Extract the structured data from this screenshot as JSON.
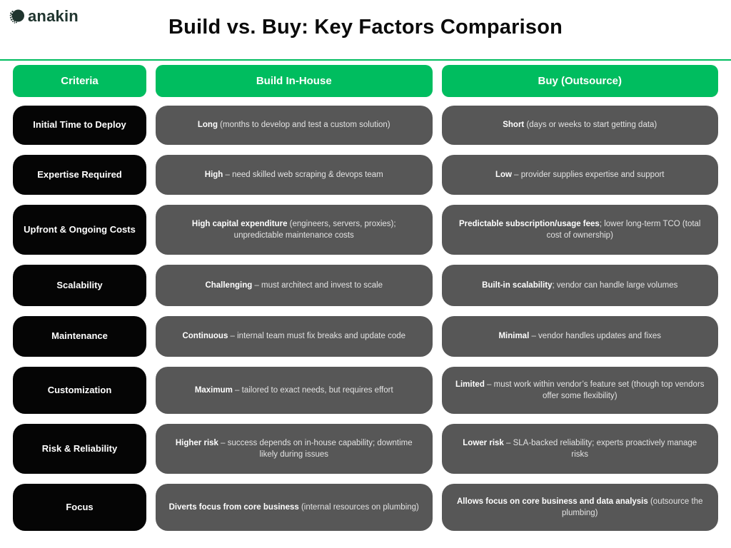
{
  "brand": {
    "name": "anakin",
    "icon": "anakin-halftone-sphere-icon",
    "color": "#20352f"
  },
  "title": "Build vs. Buy: Key Factors Comparison",
  "colors": {
    "accent_green": "#00bd5f",
    "criteria_black": "#050505",
    "cell_gray": "#575757",
    "cell_text": "#e2e2e2",
    "cell_bold_text": "#ffffff"
  },
  "table": {
    "headers": [
      "Criteria",
      "Build In-House",
      "Buy (Outsource)"
    ],
    "rows": [
      {
        "criteria": "Initial Time to Deploy",
        "build": {
          "bold": "Long",
          "rest": " (months to develop and test a custom solution)"
        },
        "buy": {
          "bold": "Short",
          "rest": " (days or weeks to start getting data)"
        }
      },
      {
        "criteria": "Expertise Required",
        "build": {
          "bold": "High",
          "rest": " – need skilled web scraping & devops team"
        },
        "buy": {
          "bold": "Low",
          "rest": " – provider supplies expertise and support"
        }
      },
      {
        "criteria": "Upfront & Ongoing Costs",
        "build": {
          "bold": "High capital expenditure",
          "rest": " (engineers, servers, proxies); unpredictable maintenance costs"
        },
        "buy": {
          "bold": "Predictable subscription/usage fees",
          "rest": "; lower long-term TCO (total cost of ownership)"
        }
      },
      {
        "criteria": "Scalability",
        "build": {
          "bold": "Challenging",
          "rest": " – must architect and invest to scale"
        },
        "buy": {
          "bold": "Built-in scalability",
          "rest": "; vendor can handle large volumes"
        }
      },
      {
        "criteria": "Maintenance",
        "build": {
          "bold": "Continuous",
          "rest": " – internal team must fix breaks and update code"
        },
        "buy": {
          "bold": "Minimal",
          "rest": " – vendor handles updates and fixes"
        }
      },
      {
        "criteria": "Customization",
        "build": {
          "bold": "Maximum",
          "rest": " – tailored to exact needs, but requires effort"
        },
        "buy": {
          "bold": "Limited",
          "rest": " – must work within vendor’s feature set (though top vendors offer some flexibility)"
        }
      },
      {
        "criteria": "Risk & Reliability",
        "build": {
          "bold": "Higher risk",
          "rest": " – success depends on in-house capability; downtime likely during issues"
        },
        "buy": {
          "bold": "Lower risk",
          "rest": " – SLA-backed reliability; experts proactively manage risks"
        }
      },
      {
        "criteria": "Focus",
        "build": {
          "bold": "Diverts focus from core business",
          "rest": " (internal resources on plumbing)"
        },
        "buy": {
          "bold": "Allows focus on core business and data analysis",
          "rest": " (outsource the plumbing)"
        }
      }
    ]
  }
}
